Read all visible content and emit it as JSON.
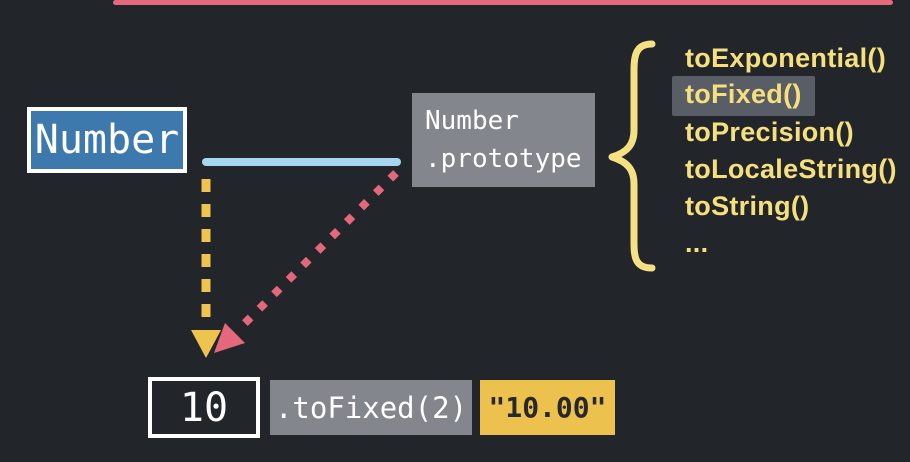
{
  "canvas": {
    "bg": "#22262b"
  },
  "progress_bar": {
    "color": "#e4697c"
  },
  "number_box": {
    "label": "Number",
    "fill": "#3e79ae",
    "border": "#ffffff"
  },
  "prototype_box": {
    "line1": "Number",
    "line2": ".prototype",
    "fill": "#83868c"
  },
  "methods": {
    "items": [
      "toExponential()",
      "toFixed()",
      "toPrecision()",
      "toLocaleString()",
      "toString()",
      "..."
    ],
    "highlighted_item": "toFixed()",
    "text_color": "#f6e07e",
    "highlight_bg": "#595e66",
    "brace_color": "#f5e183"
  },
  "arrows": {
    "connector_color": "#a6d7ef",
    "dashed_arrow_color": "#eec34e",
    "dotted_arrow_color": "#e5677b"
  },
  "expression": {
    "value": "10",
    "method_call": ".toFixed(2)",
    "result": "\"10.00\"",
    "result_bg": "#ecc14e",
    "call_bg": "#83868c"
  }
}
